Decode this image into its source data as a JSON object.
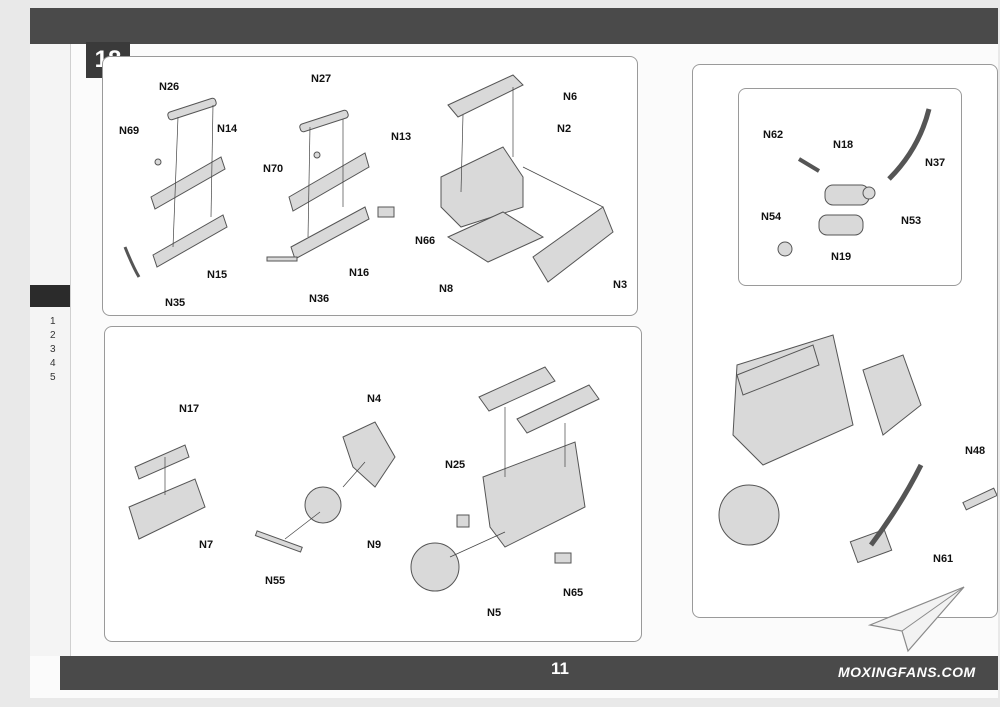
{
  "page": {
    "step_number": "18",
    "page_number": "11",
    "watermark": "MOXINGFANS.COM"
  },
  "left_margin": {
    "list_numbers": [
      "1",
      "2",
      "3",
      "4",
      "5"
    ]
  },
  "panels": {
    "top_left": {
      "labels": [
        "N26",
        "N27",
        "N6",
        "N69",
        "N14",
        "N13",
        "N2",
        "N70",
        "N66",
        "N15",
        "N16",
        "N8",
        "N3",
        "N35",
        "N36"
      ]
    },
    "top_right": {
      "labels": [
        "N62",
        "N18",
        "N37",
        "N54",
        "N53",
        "N19"
      ]
    },
    "bottom_left": {
      "labels": [
        "N17",
        "N4",
        "N25",
        "N7",
        "N9",
        "N55",
        "N5",
        "N65"
      ]
    },
    "right_assembly": {
      "labels": [
        "N48",
        "N61"
      ]
    }
  },
  "colors": {
    "bar": "#4a4a4a",
    "panel_border": "#9a9a9a",
    "part_fill": "#d9d9d9",
    "part_stroke": "#555555"
  }
}
